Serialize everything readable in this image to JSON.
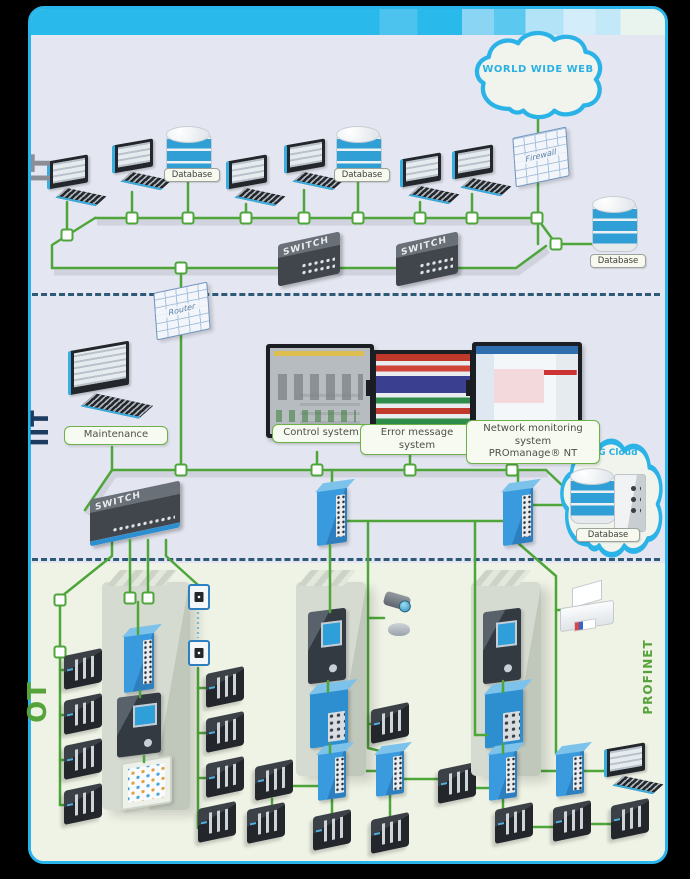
{
  "colors": {
    "frame_border": "#2ab5ea",
    "top_bar": "#29b9ea",
    "it_iit_background": "#e4e6f1",
    "ot_background": "#eff3e5",
    "network_line_green": "#4ea63b",
    "separator_dashed_blue": "#2e5a78",
    "device_blue": "#2e8fd0",
    "switch_dark_gray": "#464b52"
  },
  "sections": {
    "it": "IT",
    "iit": "IIT",
    "ot": "OT",
    "profinet": "PROFINET"
  },
  "internet_cloud": {
    "label": "WORLD WIDE WEB"
  },
  "fog_cloud": {
    "label": "FOG Cloud",
    "database_label": "Database"
  },
  "devices": {
    "firewall": "Firewall",
    "router": "Router",
    "switch": "SWITCH",
    "database": "Database"
  },
  "stations": {
    "maintenance": "Maintenance",
    "control_system": "Control system",
    "error_message_system": "Error message system",
    "network_monitoring_line1": "Network monitoring system",
    "network_monitoring_line2": "PROmanage® NT"
  }
}
